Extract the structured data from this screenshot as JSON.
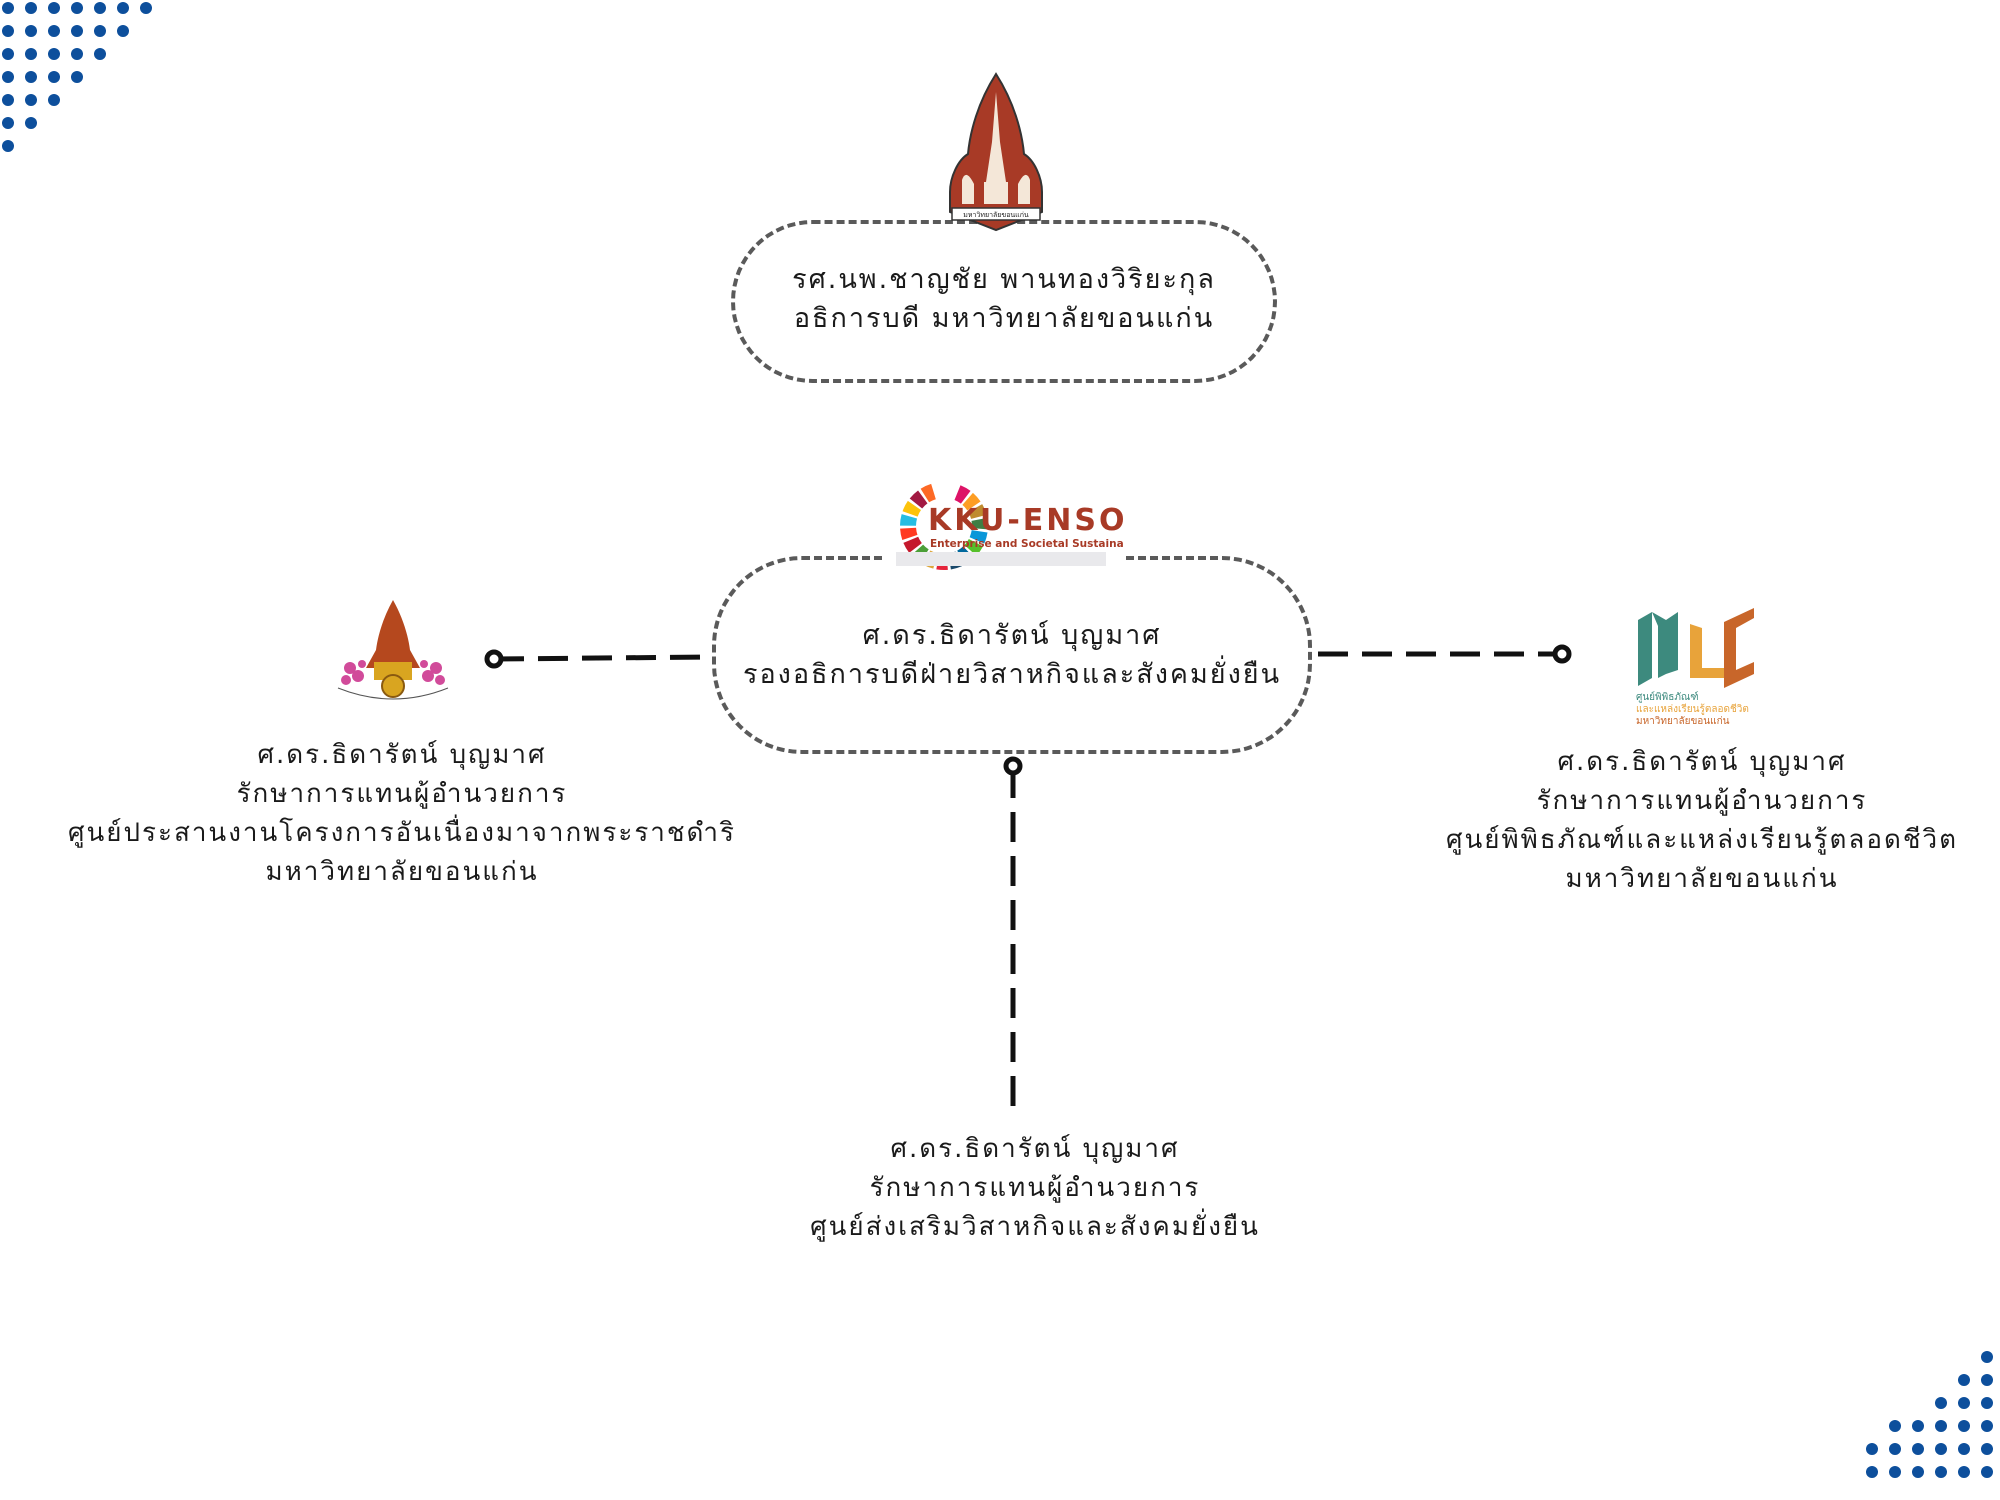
{
  "colors": {
    "dot_blue": "#0d4f9c",
    "connector": "#111111",
    "pill_border": "#5a5a5a",
    "kku_logo_red": "#a83a26",
    "enso_red": "#a83a26",
    "mlc_teal": "#3d8a7e",
    "mlc_orange": "#e8a33a",
    "mlc_rust": "#c8662a"
  },
  "top_node": {
    "line1": "รศ.นพ.ชาญชัย พานทองวิริยะกุล",
    "line2": "อธิการบดี มหาวิทยาลัยขอนแก่น",
    "logo": {
      "name": "kku-emblem",
      "caption": "มหาวิทยาลัยขอนแก่น"
    }
  },
  "center_node": {
    "line1": "ศ.ดร.ธิดารัตน์ บุญมาศ",
    "line2": "รองอธิการบดีฝ่ายวิสาหกิจและสังคมยั่งยืน",
    "logo": {
      "name": "kku-enso-logo",
      "title": "KKU-ENSO",
      "subtitle": "Enterprise and Societal Sustainability"
    }
  },
  "left_node": {
    "line1": "ศ.ดร.ธิดารัตน์ บุญมาศ",
    "line2": "รักษาการแทนผู้อำนวยการ",
    "line3": "ศูนย์ประสานงานโครงการอันเนื่องมาจากพระราชดำริ",
    "line4": "มหาวิทยาลัยขอนแก่น",
    "logo": {
      "name": "royal-project-emblem"
    }
  },
  "right_node": {
    "line1": "ศ.ดร.ธิดารัตน์ บุญมาศ",
    "line2": "รักษาการแทนผู้อำนวยการ",
    "line3": "ศูนย์พิพิธภัณฑ์และแหล่งเรียนรู้ตลอดชีวิต",
    "line4": "มหาวิทยาลัยขอนแก่น",
    "logo": {
      "name": "mlc-logo",
      "line1": "ศูนย์พิพิธภัณฑ์",
      "line2": "และแหล่งเรียนรู้ตลอดชีวิต",
      "line3": "มหาวิทยาลัยขอนแก่น"
    }
  },
  "bottom_node": {
    "line1": "ศ.ดร.ธิดารัตน์ บุญมาศ",
    "line2": "รักษาการแทนผู้อำนวยการ",
    "line3": "ศูนย์ส่งเสริมวิสาหกิจและสังคมยั่งยืน"
  }
}
